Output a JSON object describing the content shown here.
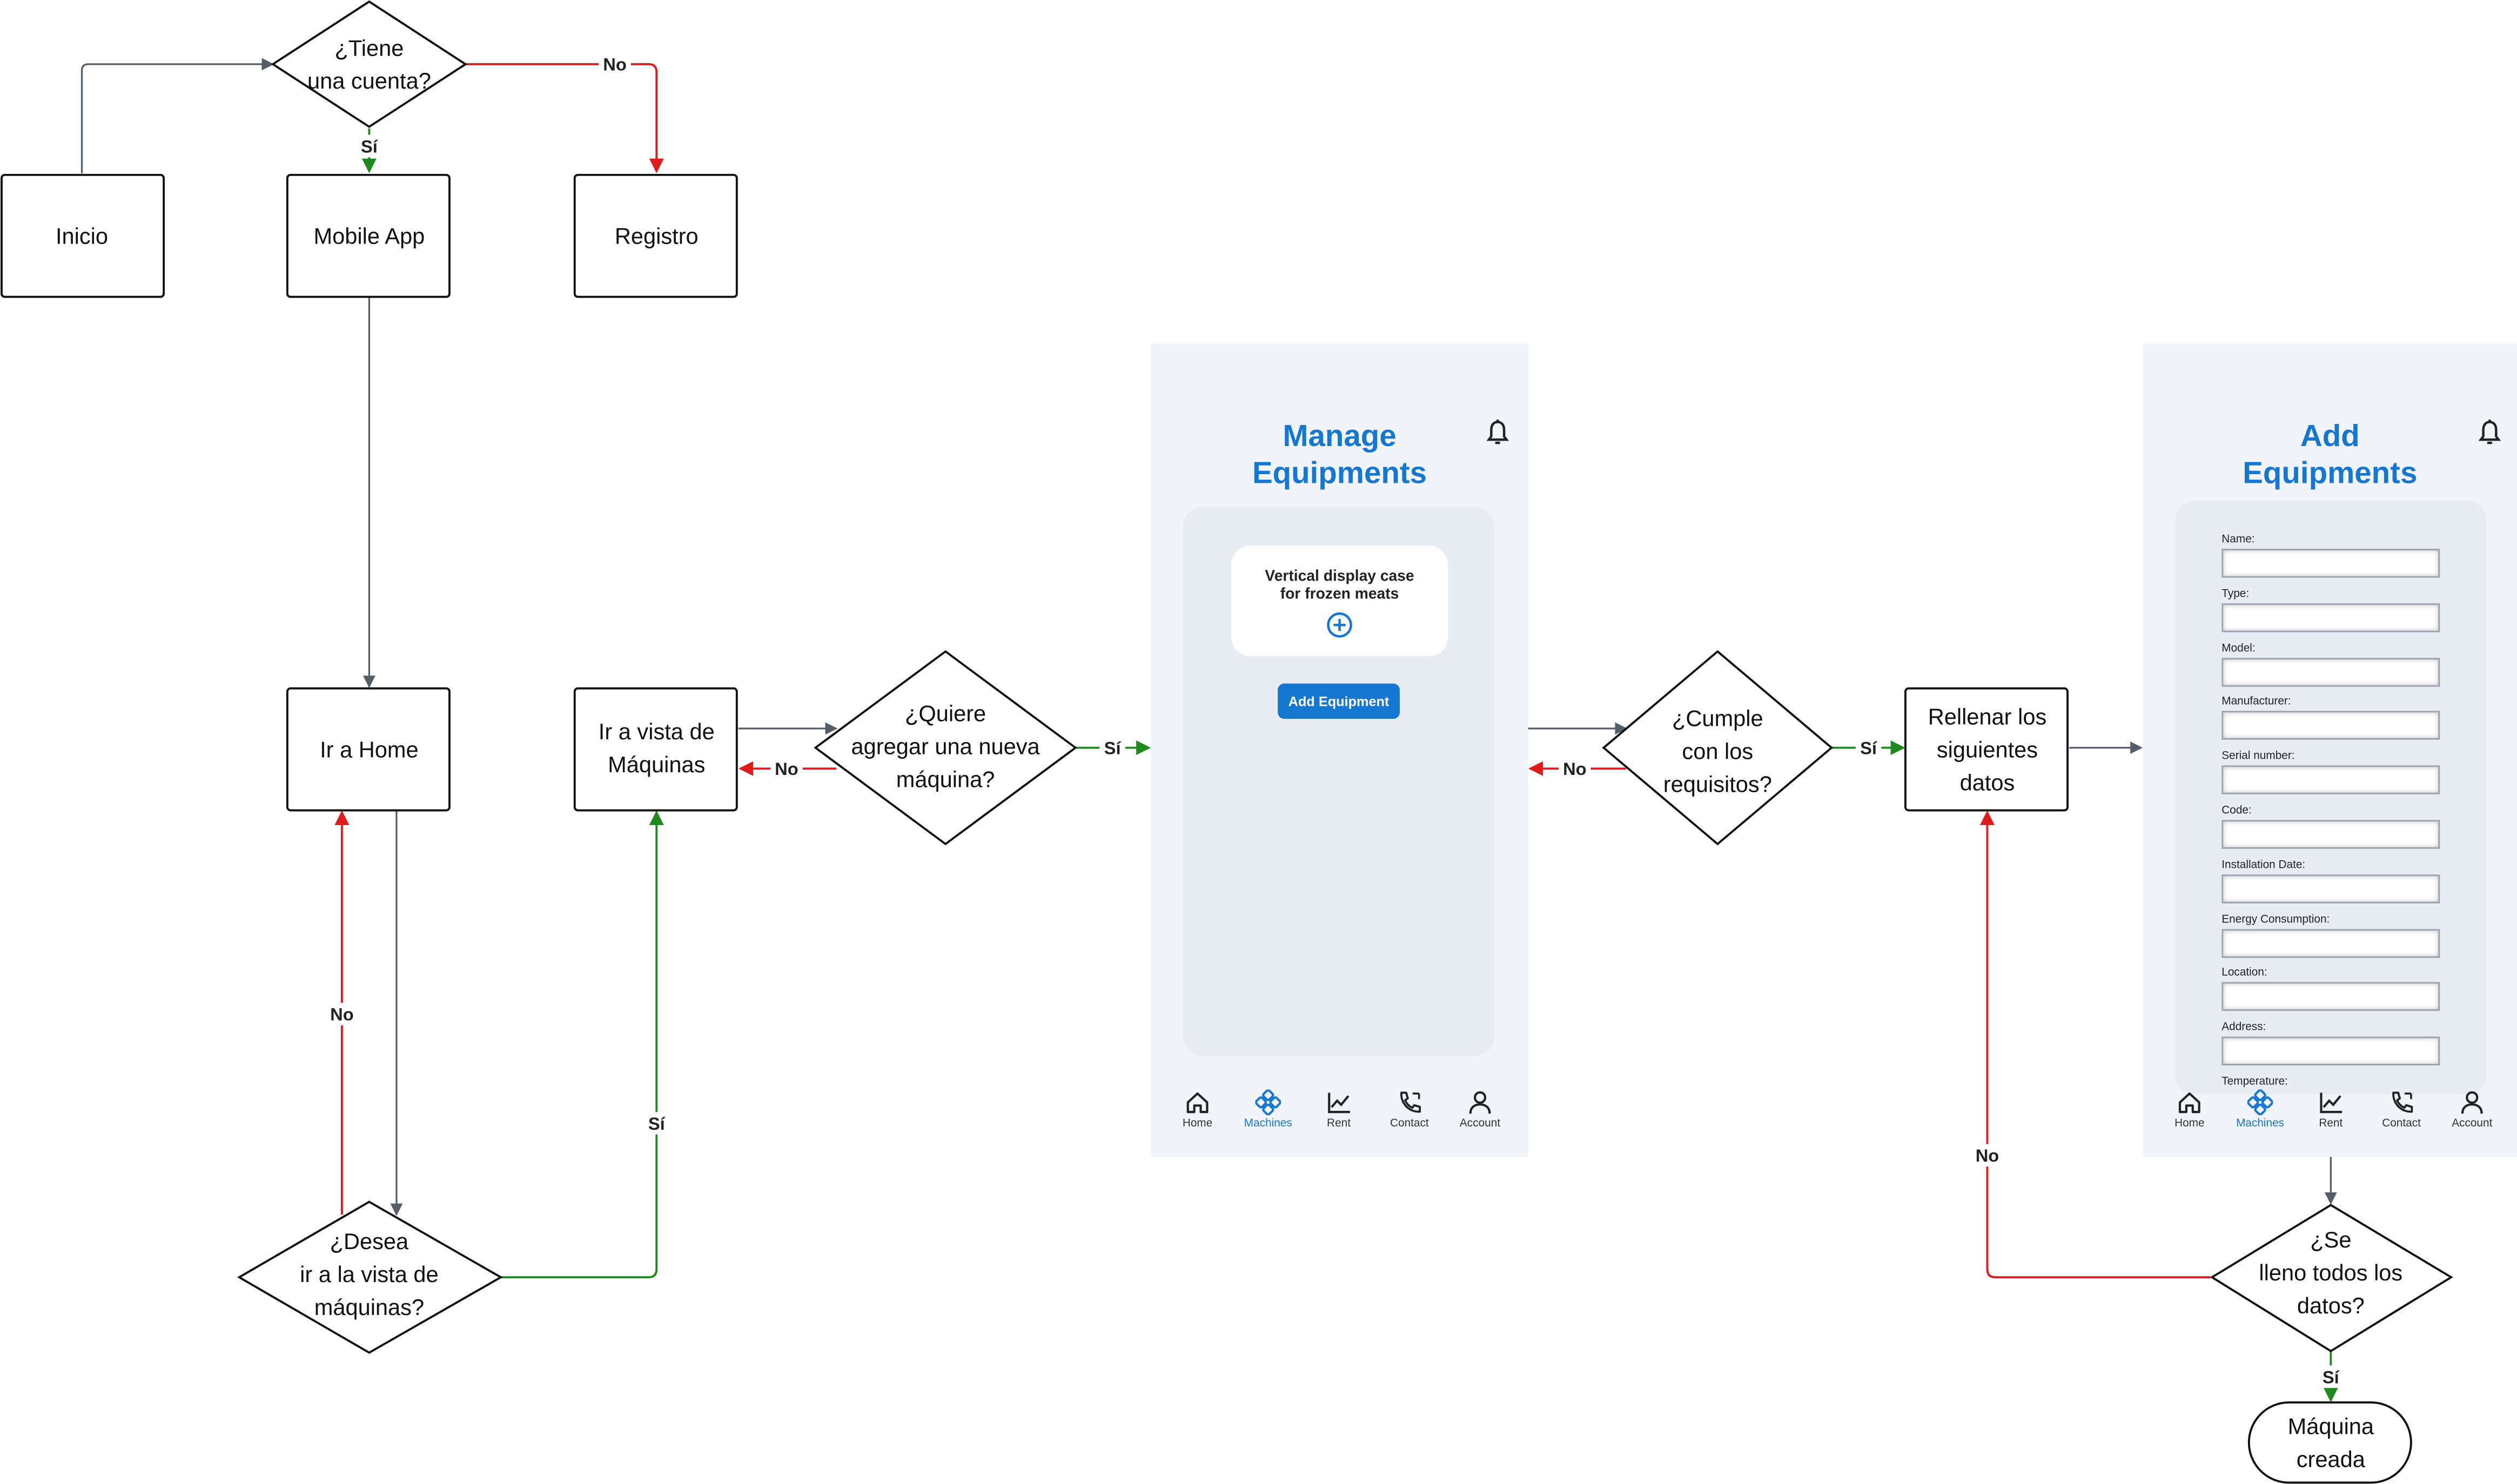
{
  "nodes": {
    "tiene_cuenta": "¿Tiene\nuna cuenta?",
    "inicio": "Inicio",
    "mobile_app": "Mobile App",
    "registro": "Registro",
    "ir_home": "Ir a Home",
    "ir_vista_maquinas": "Ir a vista de\nMáquinas",
    "quiere_agregar": "¿Quiere\nagregar una nueva\nmáquina?",
    "desea_ir": "¿Desea\nir a la vista de\nmáquinas?",
    "cumple_requisitos": "¿Cumple\ncon los\nrequisitos?",
    "rellenar_datos": "Rellenar los\nsiguientes\ndatos",
    "se_lleno": "¿Se\nlleno todos los\ndatos?",
    "maquina_creada": "Máquina\ncreada"
  },
  "edge_labels": {
    "no": "No",
    "si": "Sí"
  },
  "manage_screen": {
    "title": "Manage\nEquipments",
    "card_title": "Vertical display case\nfor frozen meats",
    "add_button": "Add Equipment"
  },
  "add_screen": {
    "title": "Add\nEquipments",
    "fields": [
      "Name:",
      "Type:",
      "Model:",
      "Manufacturer:",
      "Serial number:",
      "Code:",
      "Installation Date:",
      "Energy Consumption:",
      "Location:",
      "Address:",
      "Temperature:"
    ]
  },
  "nav": {
    "items": [
      {
        "label": "Home",
        "icon": "home-icon"
      },
      {
        "label": "Machines",
        "icon": "machines-icon"
      },
      {
        "label": "Rent",
        "icon": "chart-icon"
      },
      {
        "label": "Contact",
        "icon": "phone-icon"
      },
      {
        "label": "Account",
        "icon": "user-icon"
      }
    ],
    "active": "Machines"
  },
  "colors": {
    "yes_edge": "#1e8a1e",
    "no_edge": "#e01b1b",
    "plain_edge": "#555e68",
    "accent": "#1677d2",
    "screen_bg": "#f1f4f9"
  }
}
